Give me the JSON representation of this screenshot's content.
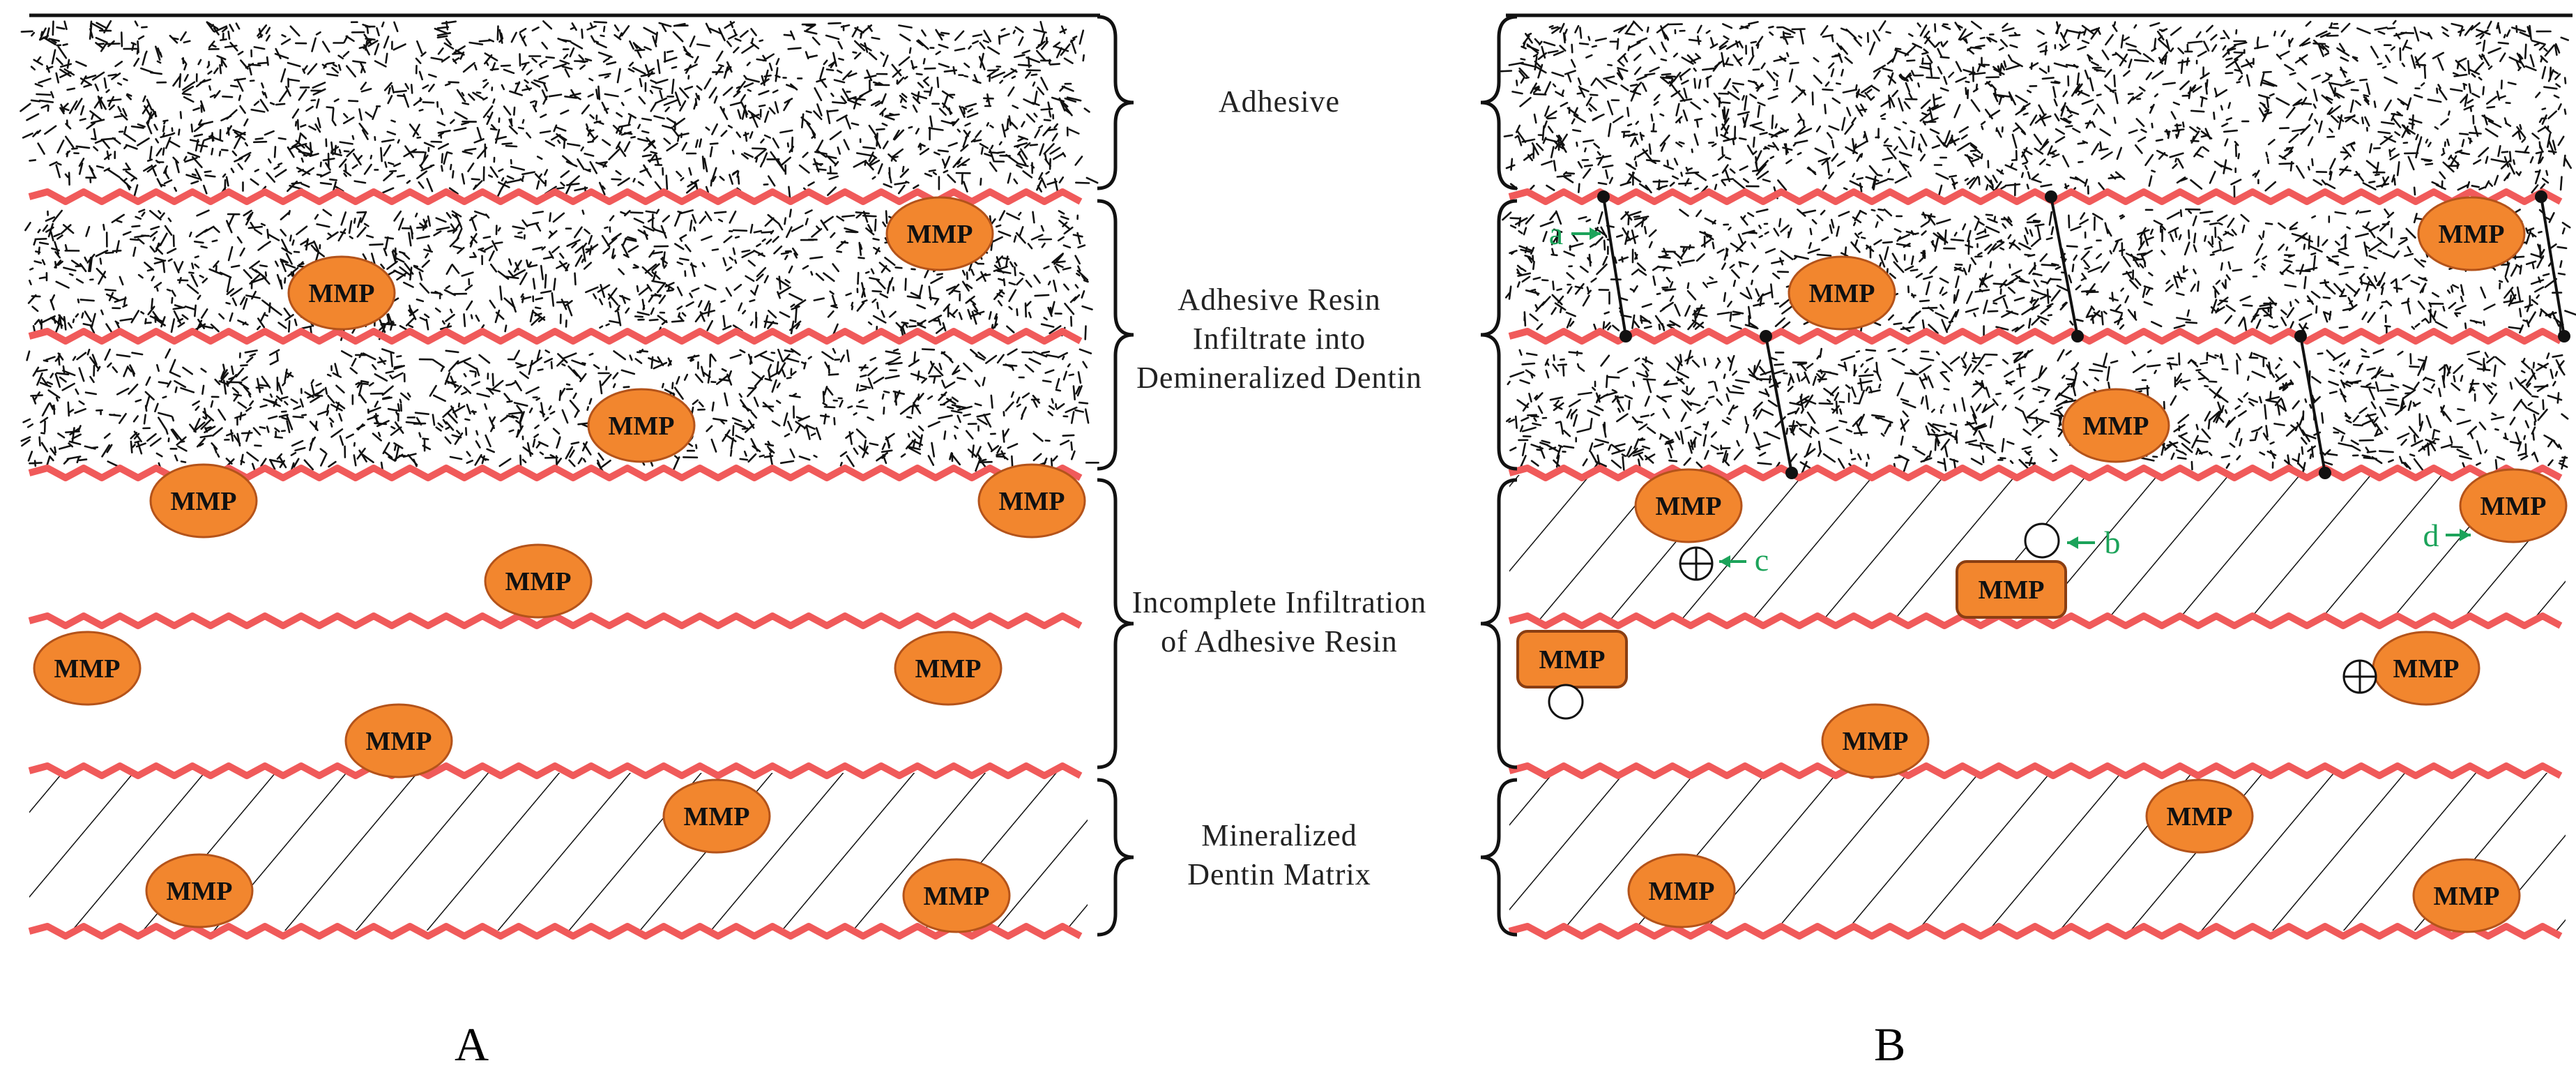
{
  "colors": {
    "background": "#ffffff",
    "boundary": "#f05a5a",
    "mmp_fill": "#f2862e",
    "mmp_stroke": "#b4531a",
    "annotation": "#1ca35a",
    "ink": "#111111"
  },
  "enzyme_label": "MMP",
  "layer_labels": [
    {
      "id": "adhesive",
      "lines": [
        "Adhesive"
      ]
    },
    {
      "id": "hybrid",
      "lines": [
        "Adhesive Resin",
        "Infiltrate into",
        "Demineralized Dentin"
      ]
    },
    {
      "id": "incomplete",
      "lines": [
        "Incomplete Infiltration",
        "of  Adhesive Resin"
      ]
    },
    {
      "id": "mineralized",
      "lines": [
        "Mineralized",
        "Dentin Matrix"
      ]
    }
  ],
  "panels": [
    {
      "id": "A",
      "label": "A"
    },
    {
      "id": "B",
      "label": "B"
    }
  ],
  "annotations": {
    "a": "a",
    "b": "b",
    "c": "c",
    "d": "d"
  },
  "icons": {
    "neutral_site": "circle-icon",
    "charged_site": "circled-plus-icon",
    "enzyme": "mmp-ellipse",
    "bound_enzyme": "mmp-rounded-rect"
  }
}
